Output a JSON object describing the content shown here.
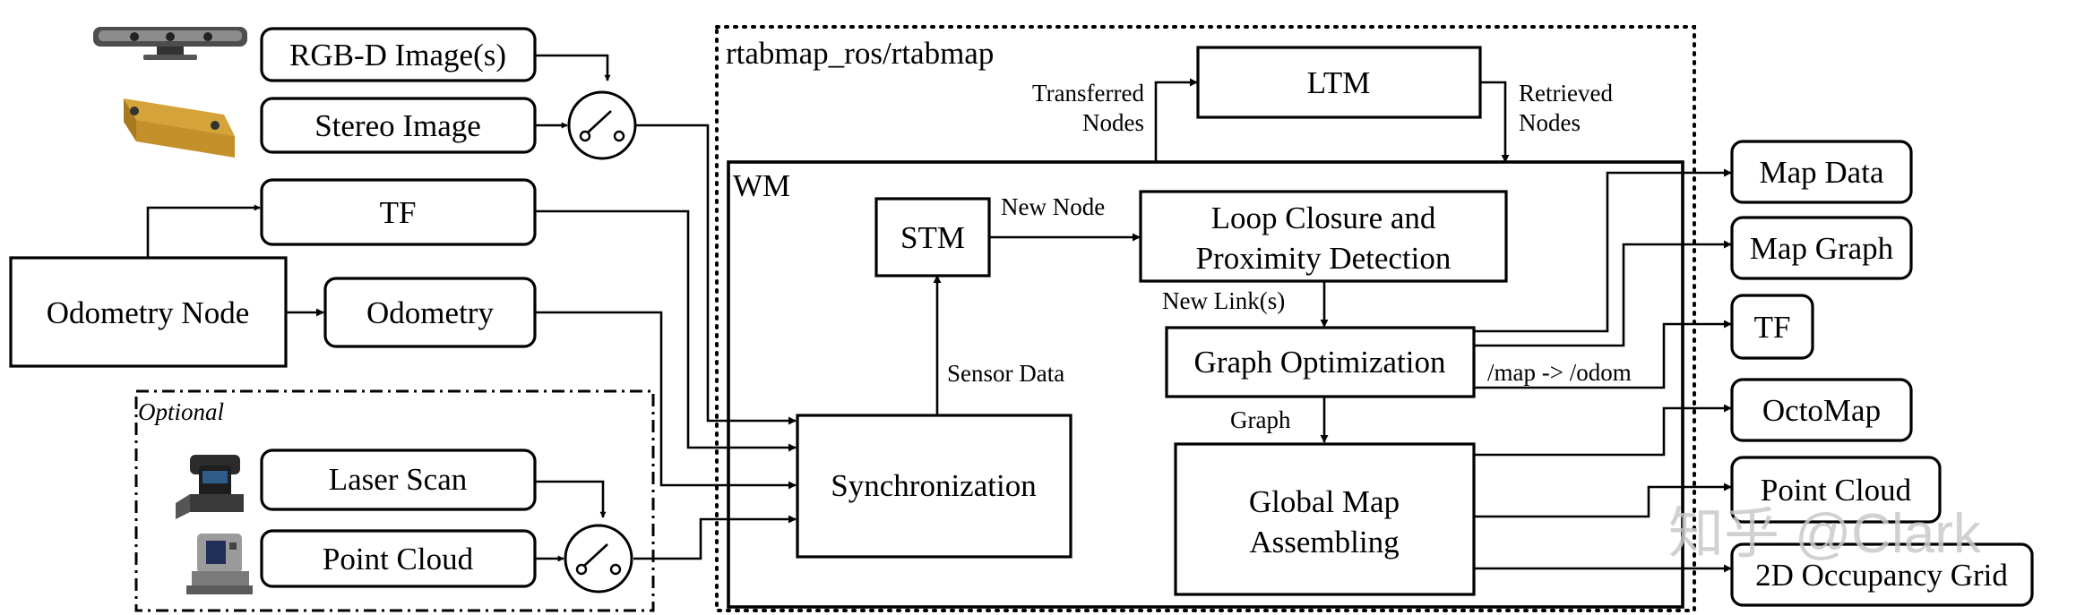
{
  "inputs": {
    "rgbd": "RGB-D Image(s)",
    "stereo": "Stereo Image",
    "tf": "TF",
    "odometry_node": "Odometry Node",
    "odometry": "Odometry",
    "optional": "Optional",
    "laser_scan": "Laser Scan",
    "point_cloud": "Point Cloud"
  },
  "rtabmap": {
    "title": "rtabmap_ros/rtabmap",
    "ltm": "LTM",
    "transferred_1": "Transferred",
    "transferred_2": "Nodes",
    "retrieved_1": "Retrieved",
    "retrieved_2": "Nodes",
    "wm": "WM",
    "stm": "STM",
    "new_node": "New Node",
    "loop_1": "Loop Closure and",
    "loop_2": "Proximity Detection",
    "new_links": "New Link(s)",
    "graph_opt": "Graph Optimization",
    "graph": "Graph",
    "sensor_data": "Sensor Data",
    "sync": "Synchronization",
    "gma_1": "Global Map",
    "gma_2": "Assembling",
    "map_odom": "/map -> /odom"
  },
  "outputs": {
    "map_data": "Map Data",
    "map_graph": "Map Graph",
    "tf": "TF",
    "octomap": "OctoMap",
    "point_cloud": "Point Cloud",
    "grid": "2D Occupancy Grid"
  },
  "watermark": "知乎 @Clark"
}
